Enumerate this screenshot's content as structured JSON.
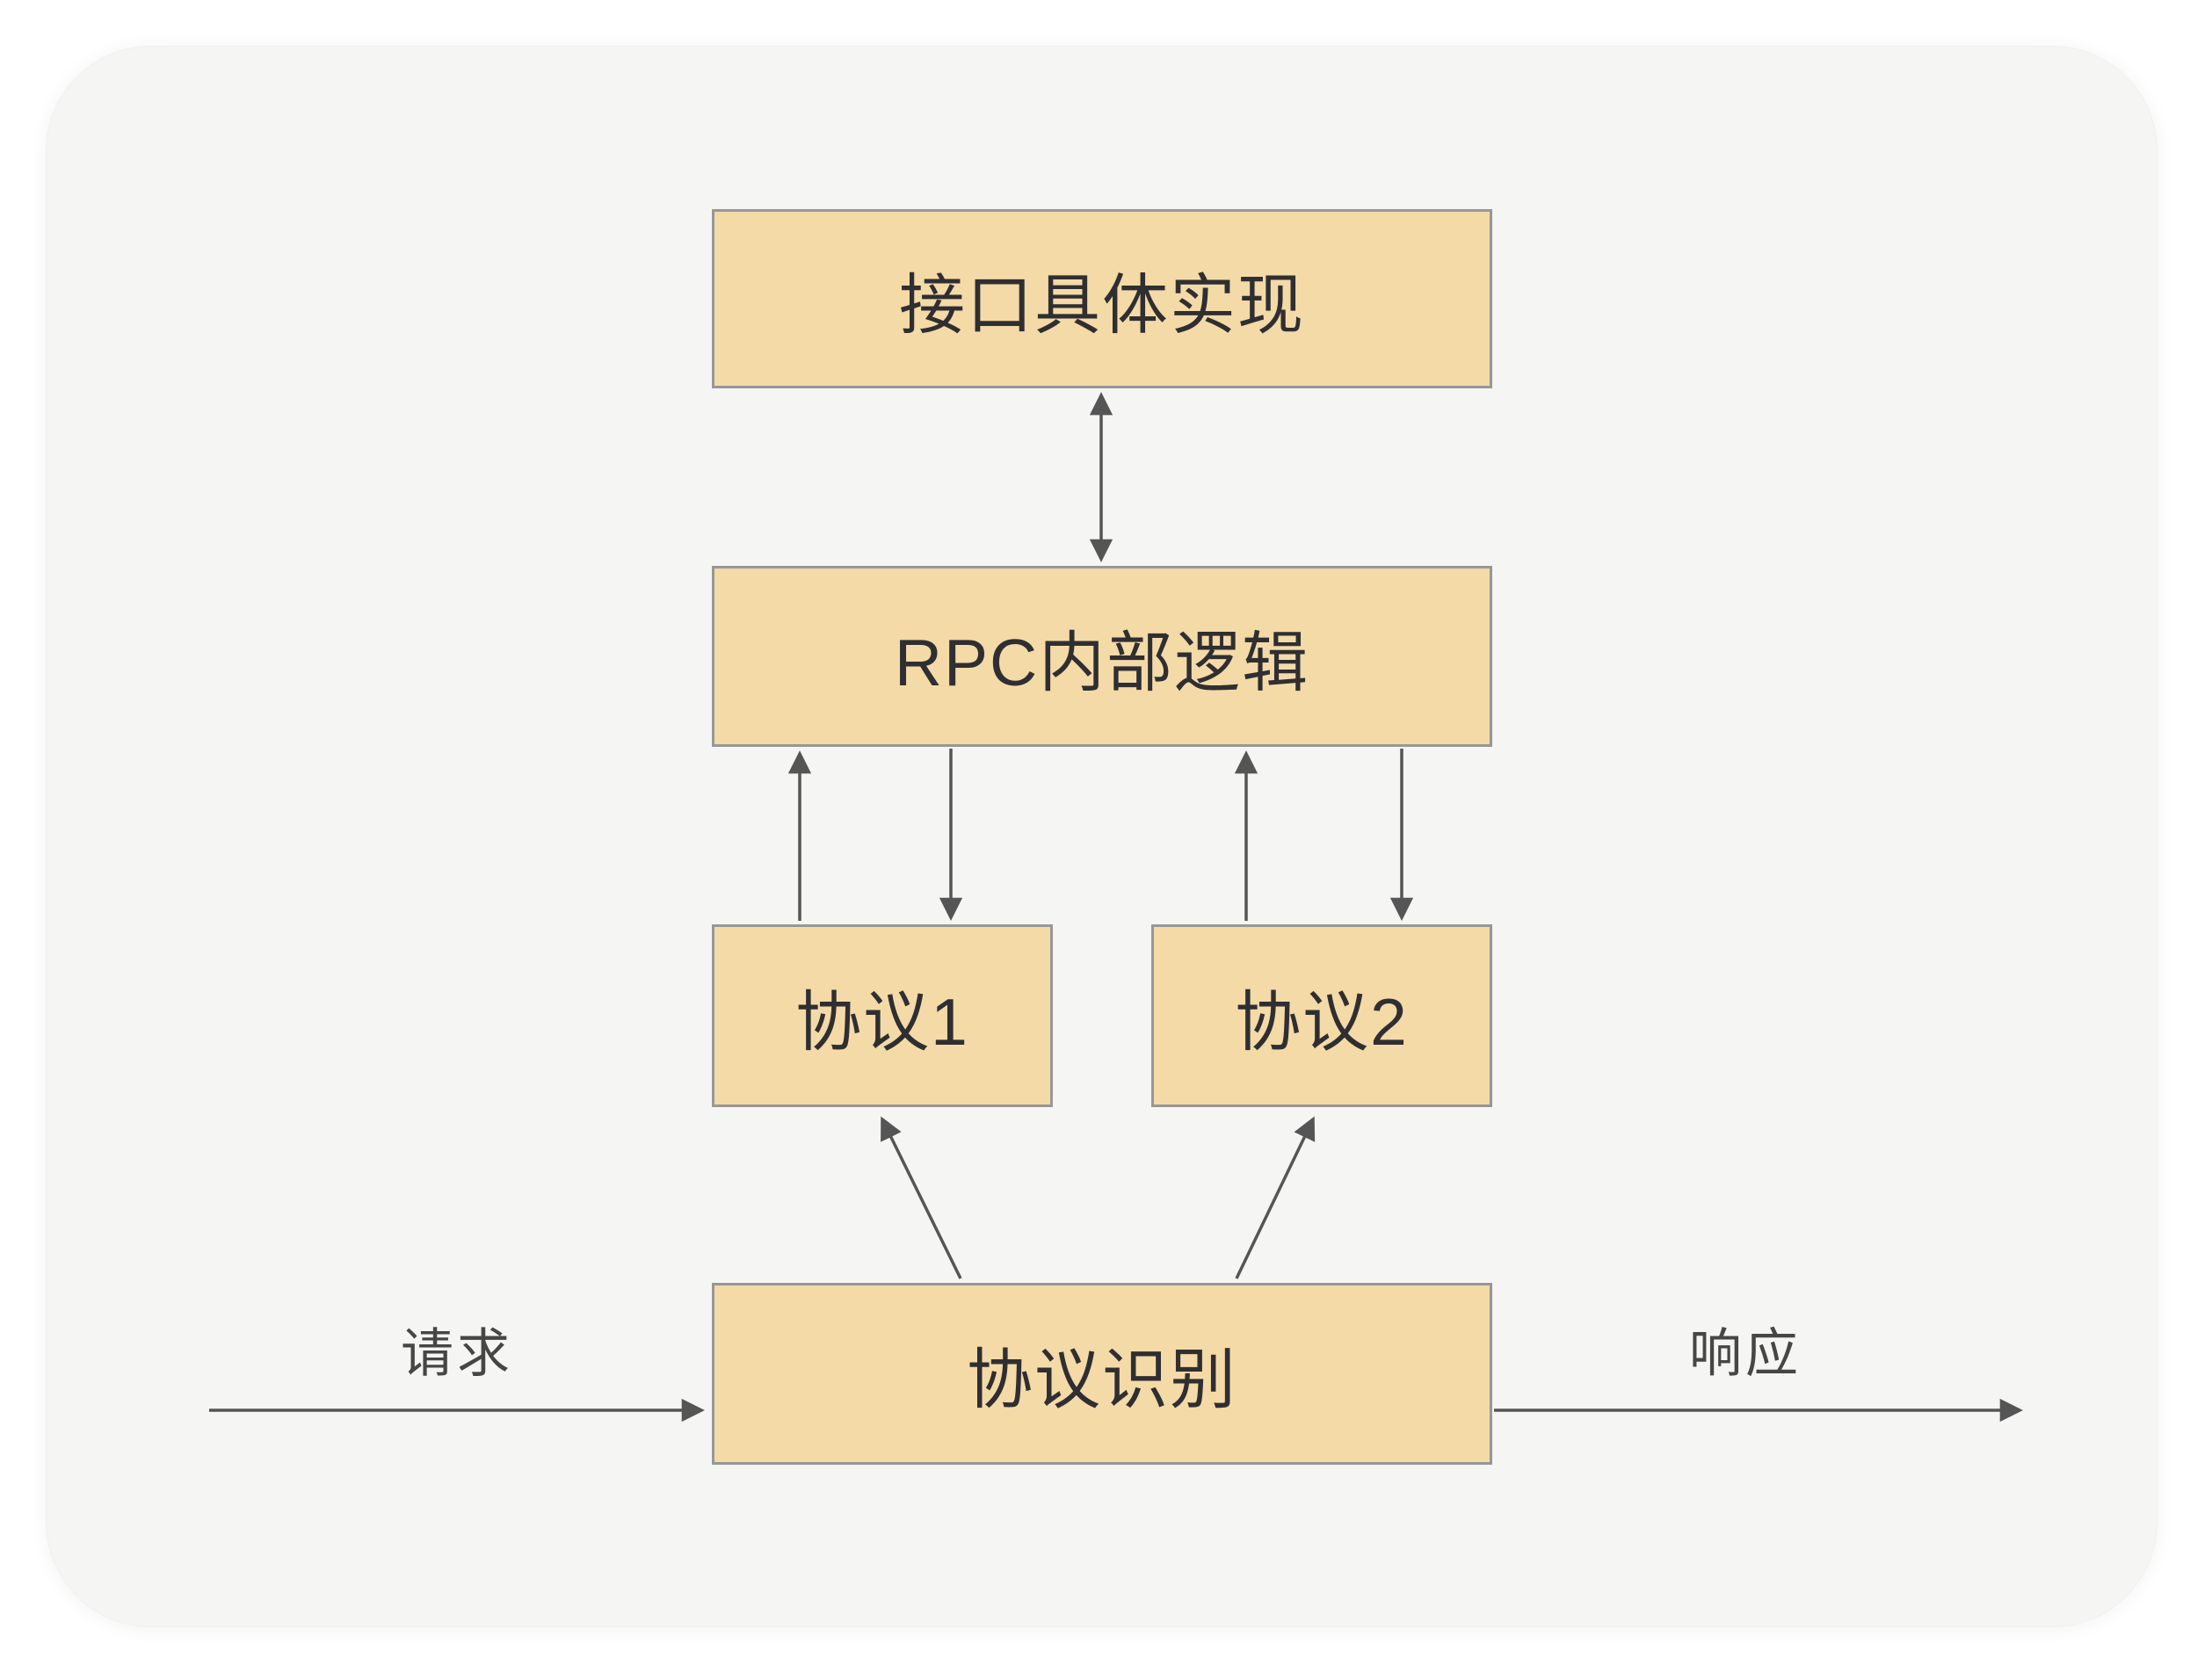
{
  "nodes": {
    "impl": {
      "label": "接口具体实现"
    },
    "rpc": {
      "label": "RPC内部逻辑"
    },
    "proto1": {
      "label": "协议1"
    },
    "proto2": {
      "label": "协议2"
    },
    "recog": {
      "label": "协议识别"
    }
  },
  "edge_labels": {
    "request": "请求",
    "response": "响应"
  },
  "edges": [
    {
      "from": "impl",
      "to": "rpc",
      "style": "bidirectional-vertical"
    },
    {
      "from": "proto1",
      "to": "rpc",
      "style": "up"
    },
    {
      "from": "rpc",
      "to": "proto1",
      "style": "down"
    },
    {
      "from": "proto2",
      "to": "rpc",
      "style": "up"
    },
    {
      "from": "rpc",
      "to": "proto2",
      "style": "down"
    },
    {
      "from": "recog",
      "to": "proto1",
      "style": "diagonal-up"
    },
    {
      "from": "recog",
      "to": "proto2",
      "style": "diagonal-up"
    },
    {
      "from": "request-inbound",
      "to": "recog",
      "style": "horizontal-right"
    },
    {
      "from": "recog",
      "to": "response-outbound",
      "style": "horizontal-right"
    }
  ],
  "colors": {
    "page_bg": "#FFFFFF",
    "panel_bg": "#F5F5F3",
    "node_fill": "#F4DAA7",
    "node_border": "#979797",
    "arrow": "#555555",
    "node_text": "#2F2F32",
    "label_text": "#464646"
  }
}
